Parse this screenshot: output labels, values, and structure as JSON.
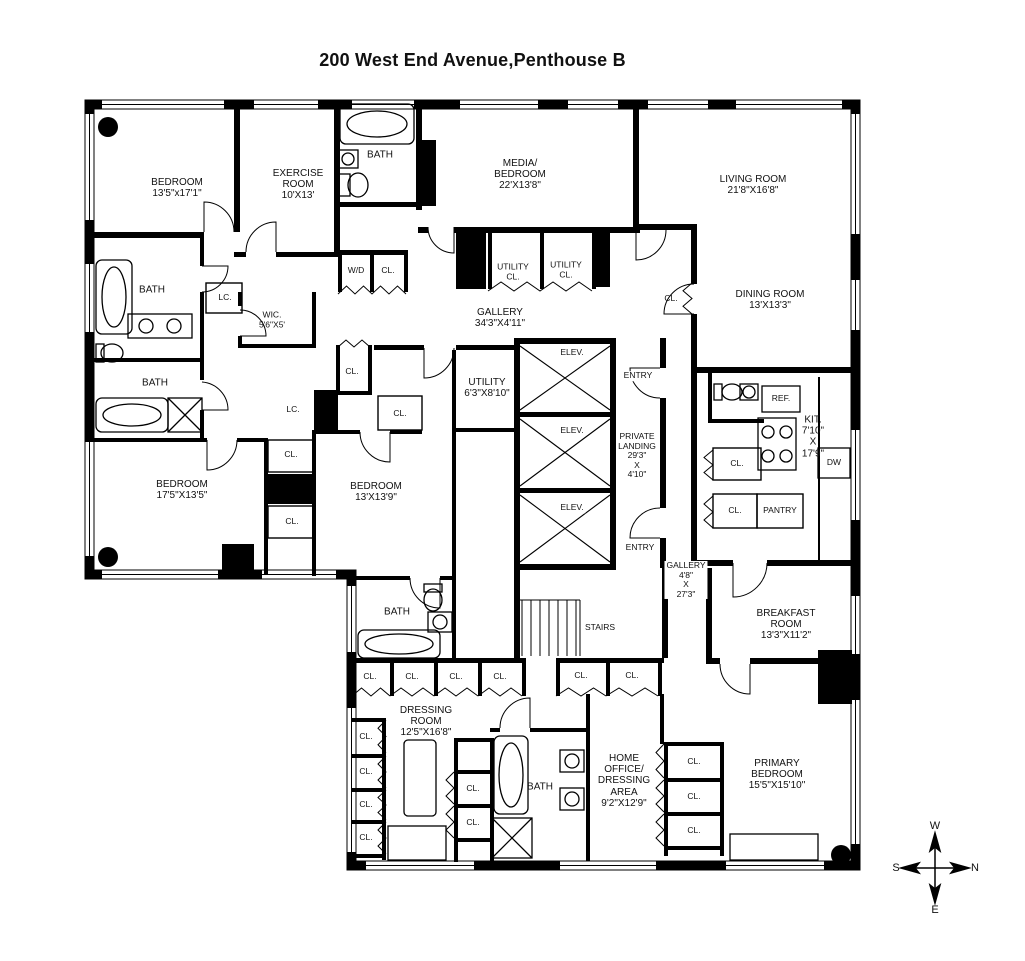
{
  "title": "200 West End Avenue,Penthouse B",
  "compass": {
    "west": "W",
    "north": "N",
    "south": "S",
    "east": "E"
  },
  "shared": {
    "cl": "CL.",
    "lc": "LC.",
    "elev": "ELEV.",
    "entry": "ENTRY",
    "bath": "BATH",
    "wd": "W/D",
    "utility_cl": "UTILITY\nCL.",
    "ref": "REF.",
    "dw": "DW",
    "pantry": "PANTRY",
    "stairs": "STAIRS"
  },
  "rooms": {
    "bedroom_top_left": "BEDROOM\n13'5\"x17'1\"",
    "exercise_room": "EXERCISE\nROOM\n10'X13'",
    "media_bedroom": "MEDIA/\nBEDROOM\n22'X13'8\"",
    "living_room": "LIVING ROOM\n21'8\"X16'8\"",
    "dining_room": "DINING ROOM\n13'X13'3\"",
    "wic": "WIC.\n5'6\"X5'",
    "gallery": "GALLERY\n34'3\"X4'11\"",
    "utility": "UTILITY\n6'3\"X8'10\"",
    "private_landing": "PRIVATE\nLANDING\n29'3\"\nX\n4'10\"",
    "bedroom_left": "BEDROOM\n17'5\"X13'5\"",
    "bedroom_middle": "BEDROOM\n13'X13'9\"",
    "kitchen": "KIT.\n7'10\"\nX\n17'9\"",
    "gallery_east": "GALLERY\n4'8\"\nX\n27'3\"",
    "breakfast_room": "BREAKFAST\nROOM\n13'3\"X11'2\"",
    "dressing_room": "DRESSING\nROOM\n12'5\"X16'8\"",
    "home_office": "HOME\nOFFICE/\nDRESSING\nAREA\n9'2\"X12'9\"",
    "primary_bedroom": "PRIMARY\nBEDROOM\n15'5\"X15'10\""
  }
}
